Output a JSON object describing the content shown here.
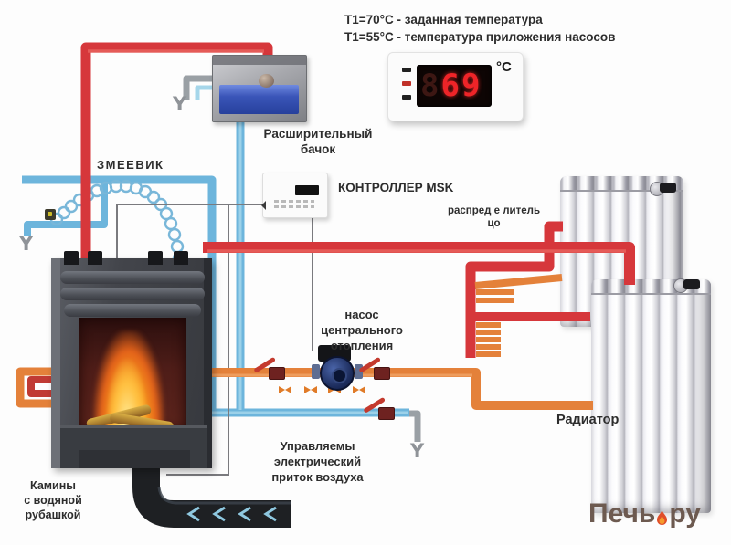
{
  "header": {
    "line1": "Т1=70°С - заданная температура",
    "line2": "Т1=55°С - температура приложения насосов"
  },
  "display": {
    "ghost_digit": "8",
    "value": "69",
    "unit": "°С"
  },
  "labels": {
    "coil": "ЗМЕЕВИК",
    "expansion_tank_l1": "Расширительный",
    "expansion_tank_l2": "бачок",
    "controller": "КОНТРОЛЛЕР MSK",
    "distributor_l1": "распред е литель",
    "distributor_l2": "цо",
    "pump_l1": "насос",
    "pump_l2": "центрального",
    "pump_l3": "отопления",
    "radiator": "Радиатор",
    "air_inlet_l1": "Управляемы",
    "air_inlet_l2": "электрический",
    "air_inlet_l3": "приток воздуха",
    "fireplace_l1": "Камины",
    "fireplace_l2": "с водяной",
    "fireplace_l3": "рубашкой"
  },
  "drain_marks": {
    "symbol": "Y"
  },
  "watermark": {
    "word1": "Печь",
    "word2": "ру"
  },
  "colors": {
    "supply_pipe": "#d6373b",
    "return_pipe": "#e4813a",
    "cold_pipe": "#6db5dc",
    "display_digits": "#ee2428",
    "watermark_text": "#6d5a50"
  }
}
